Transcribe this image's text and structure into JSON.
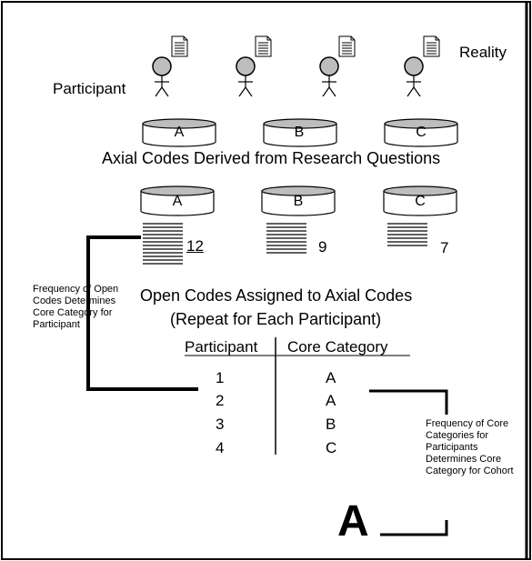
{
  "labels": {
    "participant": "Participant",
    "reality": "Reality",
    "axial_derived": "Axial Codes Derived from Research Questions",
    "open_assigned_line1": "Open Codes Assigned to Axial Codes",
    "open_assigned_line2": "(Repeat for Each Participant)",
    "left_note": "Frequency of Open Codes Determines Core Category for Participant",
    "right_note": "Frequency of Core Categories for Participants Determines Core Category for Cohort",
    "cohort_result": "A"
  },
  "axial_codes_top": [
    "A",
    "B",
    "C"
  ],
  "axial_codes_bottom": [
    {
      "letter": "A",
      "count": "12"
    },
    {
      "letter": "B",
      "count": "9"
    },
    {
      "letter": "C",
      "count": "7"
    }
  ],
  "table": {
    "headers": [
      "Participant",
      "Core Category"
    ],
    "rows": [
      {
        "participant": "1",
        "core": "A"
      },
      {
        "participant": "2",
        "core": "A"
      },
      {
        "participant": "3",
        "core": "B"
      },
      {
        "participant": "4",
        "core": "C"
      }
    ]
  }
}
